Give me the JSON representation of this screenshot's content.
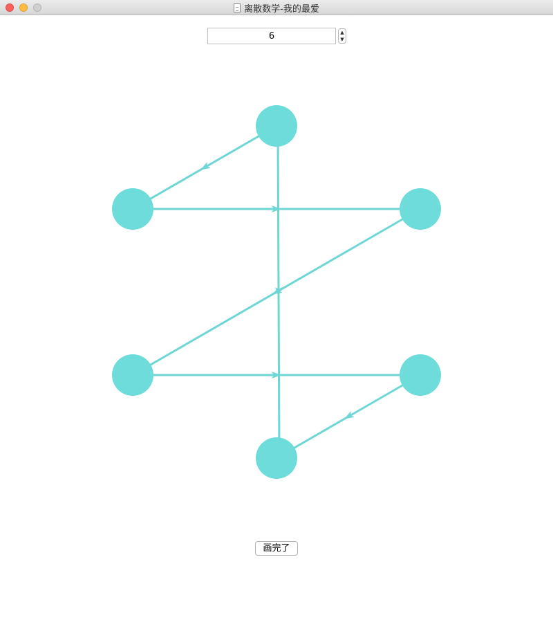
{
  "window": {
    "title": "离散数学-我的最爱"
  },
  "node_count_field": {
    "value": "6"
  },
  "graph": {
    "node_color": "#6edcdb",
    "edge_color": "#6ed7d6",
    "nodes": [
      {
        "id": "top"
      },
      {
        "id": "upper-left"
      },
      {
        "id": "upper-right"
      },
      {
        "id": "lower-left"
      },
      {
        "id": "lower-right"
      },
      {
        "id": "bottom"
      }
    ],
    "edges": [
      {
        "from": "top",
        "to": "upper-left"
      },
      {
        "from": "upper-left",
        "to": "upper-right"
      },
      {
        "from": "upper-right",
        "to": "lower-left"
      },
      {
        "from": "lower-left",
        "to": "lower-right"
      },
      {
        "from": "lower-right",
        "to": "bottom"
      },
      {
        "from": "top",
        "to": "bottom"
      }
    ]
  },
  "done_button": {
    "label": "画完了"
  }
}
